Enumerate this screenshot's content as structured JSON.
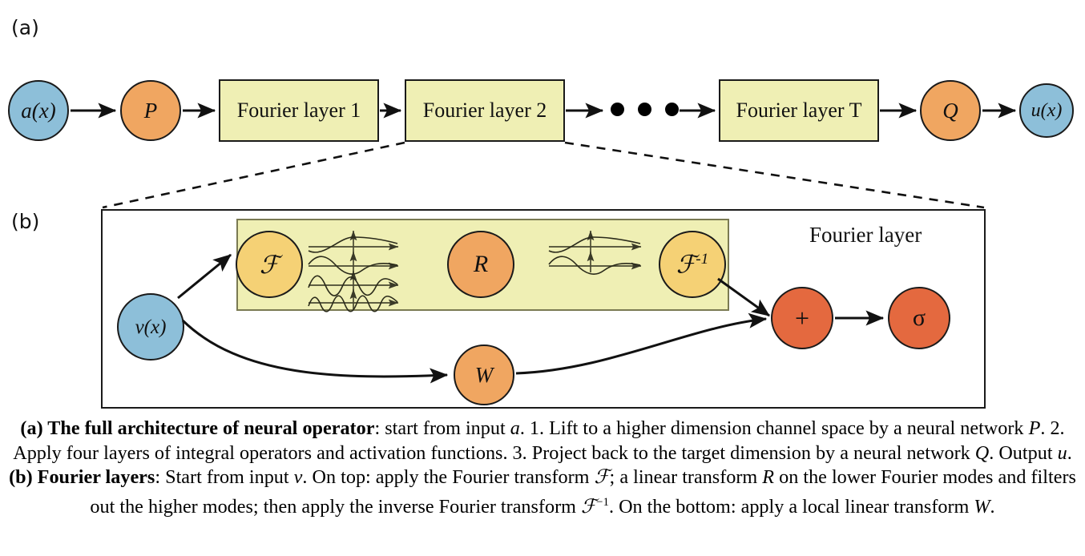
{
  "figure": {
    "panel_a_label": "(a)",
    "panel_b_label": "(b)",
    "fourier_layer_caption": "Fourier layer"
  },
  "panel_a": {
    "nodes": [
      {
        "id": "input",
        "label": "a(x)",
        "shape": "circle",
        "color": "#8dbfd9"
      },
      {
        "id": "lift",
        "label": "P",
        "shape": "circle",
        "color": "#f0a661"
      },
      {
        "id": "layer1",
        "label": "Fourier layer 1",
        "shape": "box",
        "color": "#efefb4"
      },
      {
        "id": "layer2",
        "label": "Fourier layer 2",
        "shape": "box",
        "color": "#efefb4"
      },
      {
        "id": "ellipsis",
        "label": "• • •",
        "shape": "dots",
        "color": "#000000"
      },
      {
        "id": "layerT",
        "label": "Fourier layer T",
        "shape": "box",
        "color": "#efefb4"
      },
      {
        "id": "project",
        "label": "Q",
        "shape": "circle",
        "color": "#f0a661"
      },
      {
        "id": "output",
        "label": "u(x)",
        "shape": "circle",
        "color": "#8dbfd9"
      }
    ]
  },
  "panel_b": {
    "nodes": [
      {
        "id": "v",
        "label": "v(x)",
        "shape": "circle",
        "color": "#8dbfd9"
      },
      {
        "id": "fft",
        "label": "ℱ",
        "shape": "circle",
        "color": "#f5d175"
      },
      {
        "id": "R",
        "label": "R",
        "shape": "circle",
        "color": "#f0a661"
      },
      {
        "id": "ifft",
        "label": "ℱ",
        "sup": "-1",
        "shape": "circle",
        "color": "#f5d175"
      },
      {
        "id": "W",
        "label": "W",
        "shape": "circle",
        "color": "#f0a661"
      },
      {
        "id": "sum",
        "label": "+",
        "shape": "circle",
        "color": "#e4693f"
      },
      {
        "id": "sigma",
        "label": "σ",
        "shape": "circle",
        "color": "#e4693f"
      }
    ],
    "wave_group_left": {
      "count": 4,
      "modes": [
        1,
        2,
        3,
        4
      ],
      "note": "all Fourier modes entering R"
    },
    "wave_group_right": {
      "count": 2,
      "modes": [
        1,
        2
      ],
      "note": "lower Fourier modes kept after R"
    }
  },
  "caption": {
    "line1_bold": "(a) The full architecture of neural operator",
    "line1_rest": ": start from input ",
    "seg_a": "a",
    "line1_tail": ". 1. Lift to a higher dimension channel space",
    "line2_a": "by a neural network ",
    "seg_P": "P",
    "line2_b": ". 2. Apply four layers of integral operators and activation functions. 3. Project back to",
    "line3_a": "the target dimension by a neural network ",
    "seg_Q": "Q",
    "line3_b": ". Output ",
    "seg_u": "u",
    "line3_c": ". ",
    "line3_bold": "(b) Fourier layers",
    "line3_d": ": Start from input ",
    "seg_v": "v",
    "line3_e": ". On top: apply",
    "line4_a": "the Fourier transform ",
    "seg_F": "ℱ",
    "line4_b": "; a linear transform ",
    "seg_R": "R",
    "line4_c": " on the lower Fourier modes and filters out the higher modes;",
    "line5_a": "then apply the inverse Fourier transform ",
    "seg_Finv": "ℱ",
    "seg_Finv_sup": "−1",
    "line5_b": ". On the bottom: apply a local linear transform ",
    "seg_W": "W",
    "line5_c": "."
  },
  "colors": {
    "blue": "#8dbfd9",
    "orange": "#f0a661",
    "gold": "#f5d175",
    "red": "#e4693f",
    "pale_yellow": "#efefb4",
    "stroke": "#1a1a1a",
    "background": "#ffffff"
  }
}
